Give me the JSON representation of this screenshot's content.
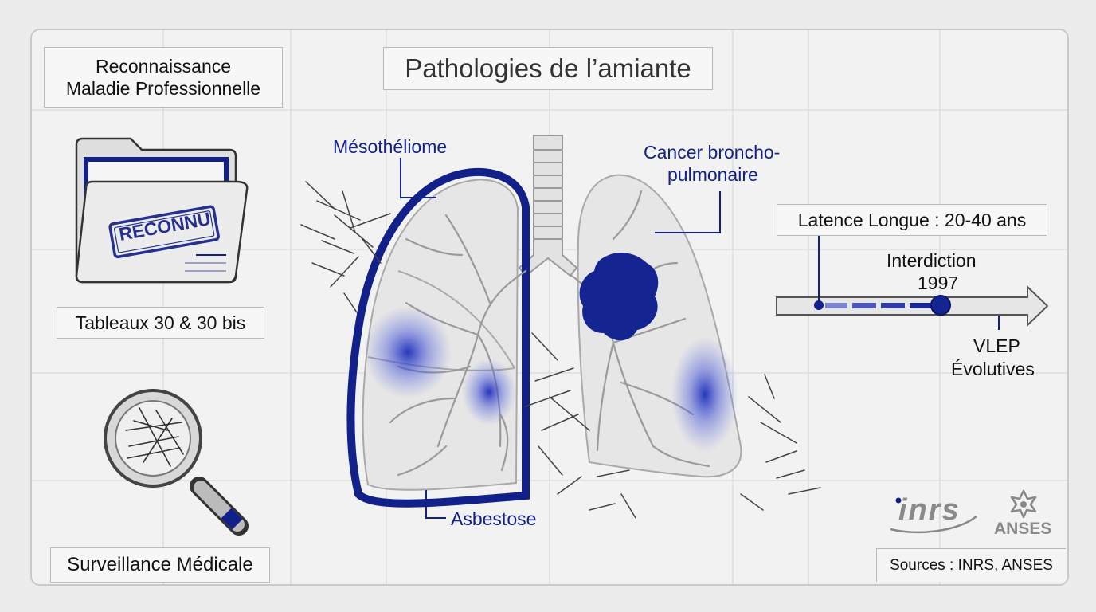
{
  "title": "Pathologies de l’amiante",
  "recognition": {
    "heading_line1": "Reconnaissance",
    "heading_line2": "Maladie Professionnelle",
    "stamp": "RECONNU",
    "tables": "Tableaux 30 & 30 bis"
  },
  "surveillance": {
    "label": "Surveillance Médicale"
  },
  "lung_labels": {
    "mesothelioma": "Mésothéliome",
    "cancer_line1": "Cancer broncho-",
    "cancer_line2": "pulmonaire",
    "asbestosis": "Asbestose"
  },
  "timeline": {
    "latency": "Latence Longue : 20-40 ans",
    "ban_line1": "Interdiction",
    "ban_line2": "1997",
    "vlep_line1": "VLEP",
    "vlep_line2": "Évolutives"
  },
  "logos": {
    "inrs": "inrs",
    "anses": "ANSES"
  },
  "sources": "Sources : INRS, ANSES",
  "colors": {
    "accent": "#12208a",
    "lung_fill": "#e6e6e6",
    "lung_stroke": "#a9a9a9",
    "grid": "#dcdcdc"
  },
  "icons": {
    "folder": "folder-icon",
    "magnifier": "magnifying-glass-icon",
    "trachea": "trachea-icon",
    "lungs": "lungs-illustration",
    "tumor": "tumor-blob",
    "fibers": "asbestos-fiber-icons"
  }
}
